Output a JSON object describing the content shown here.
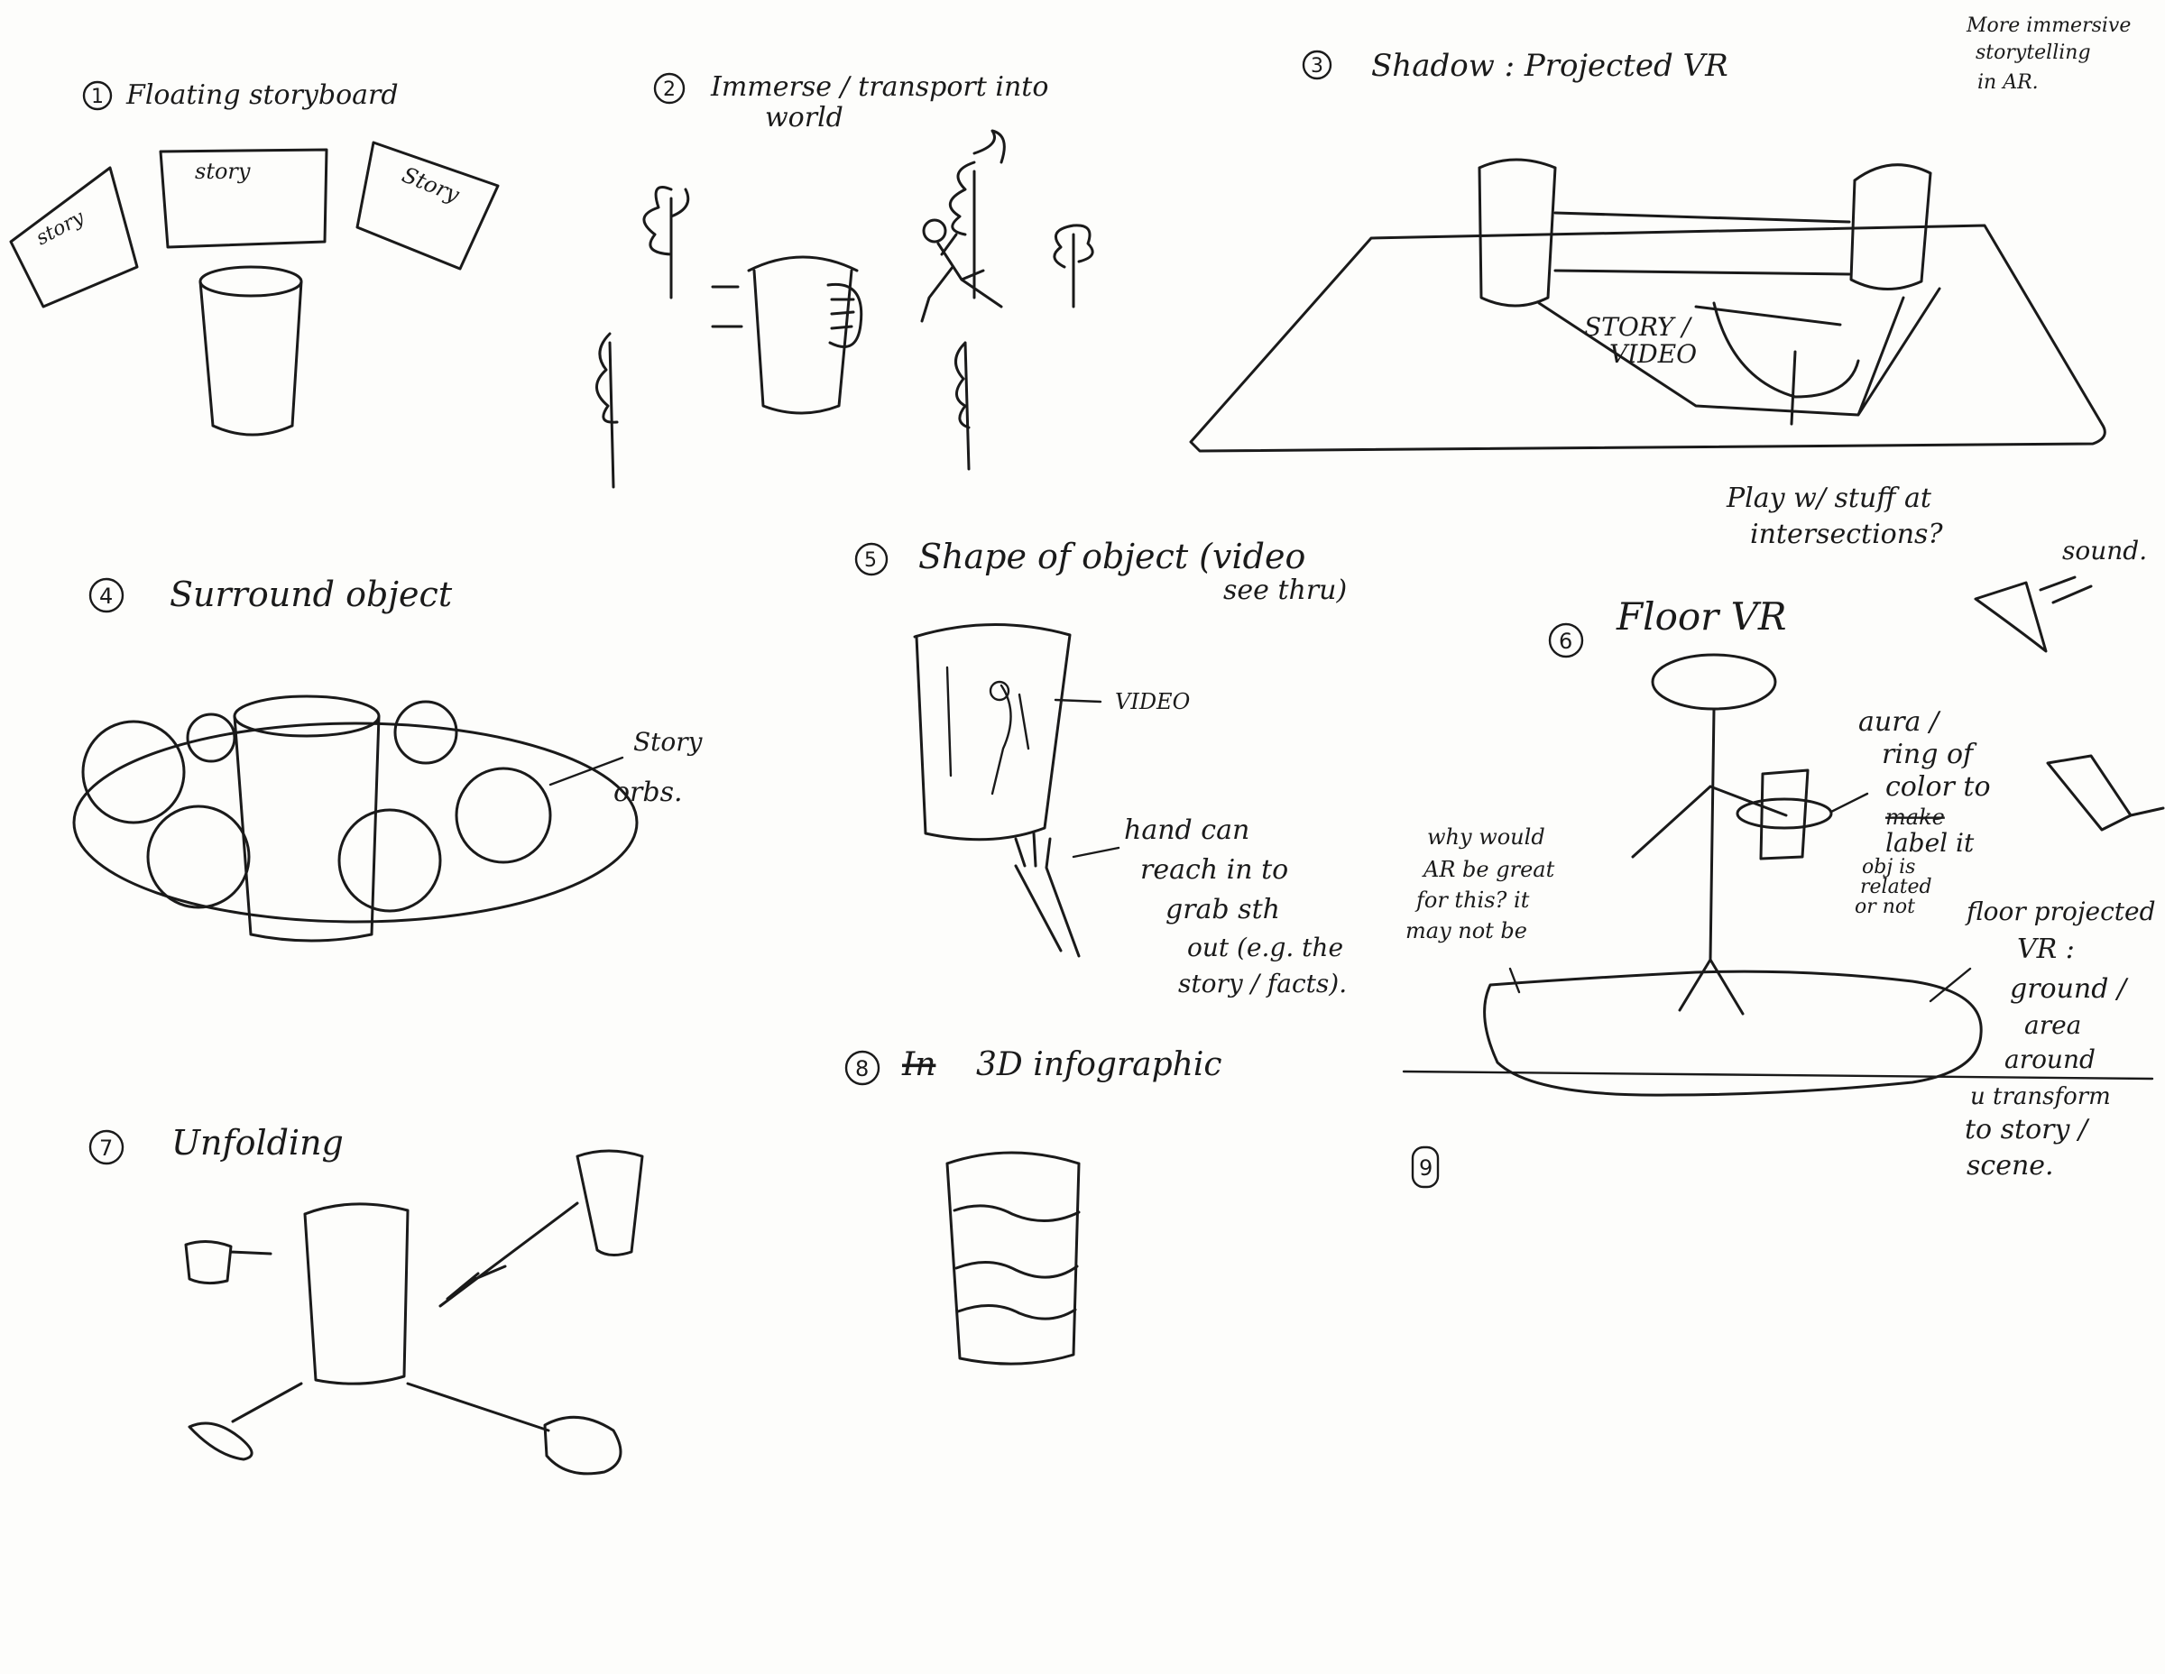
{
  "corner_note": [
    "More immersive",
    "storytelling",
    "in AR."
  ],
  "sketches": [
    {
      "number": "1",
      "title": "Floating storyboard",
      "labels": {
        "left": "story",
        "center": "story",
        "right": "Story"
      }
    },
    {
      "number": "2",
      "title_lines": [
        "Immerse / transport into",
        "world"
      ]
    },
    {
      "number": "3",
      "title": "Shadow : Projected VR",
      "screen_label": [
        "STORY /",
        "VIDEO"
      ],
      "note": [
        "Play w/ stuff at",
        "intersections?"
      ]
    },
    {
      "number": "4",
      "title": "Surround object",
      "note": [
        "Story",
        "orbs."
      ]
    },
    {
      "number": "5",
      "title_lines": [
        "Shape of object (video",
        "see thru)"
      ],
      "video_label": "VIDEO",
      "hand_note": [
        "hand can",
        "reach in to",
        "grab sth",
        "out (e.g. the",
        "story / facts)."
      ]
    },
    {
      "number": "6",
      "title": "Floor VR",
      "sound_label": "sound.",
      "aura_note": [
        "aura /",
        "ring of",
        "color to",
        "make",
        "label it",
        "obj is",
        "related",
        "or not"
      ],
      "why_note": [
        "why would",
        "AR be great",
        "for this? it",
        "may not be"
      ],
      "floor_note": [
        "floor projected",
        "VR :",
        "ground /",
        "area",
        "around",
        "u transform",
        "to story /",
        "scene."
      ]
    },
    {
      "number": "7",
      "title": "Unfolding"
    },
    {
      "number": "8",
      "strike": "In",
      "title": "3D infographic"
    },
    {
      "number": "9"
    }
  ]
}
